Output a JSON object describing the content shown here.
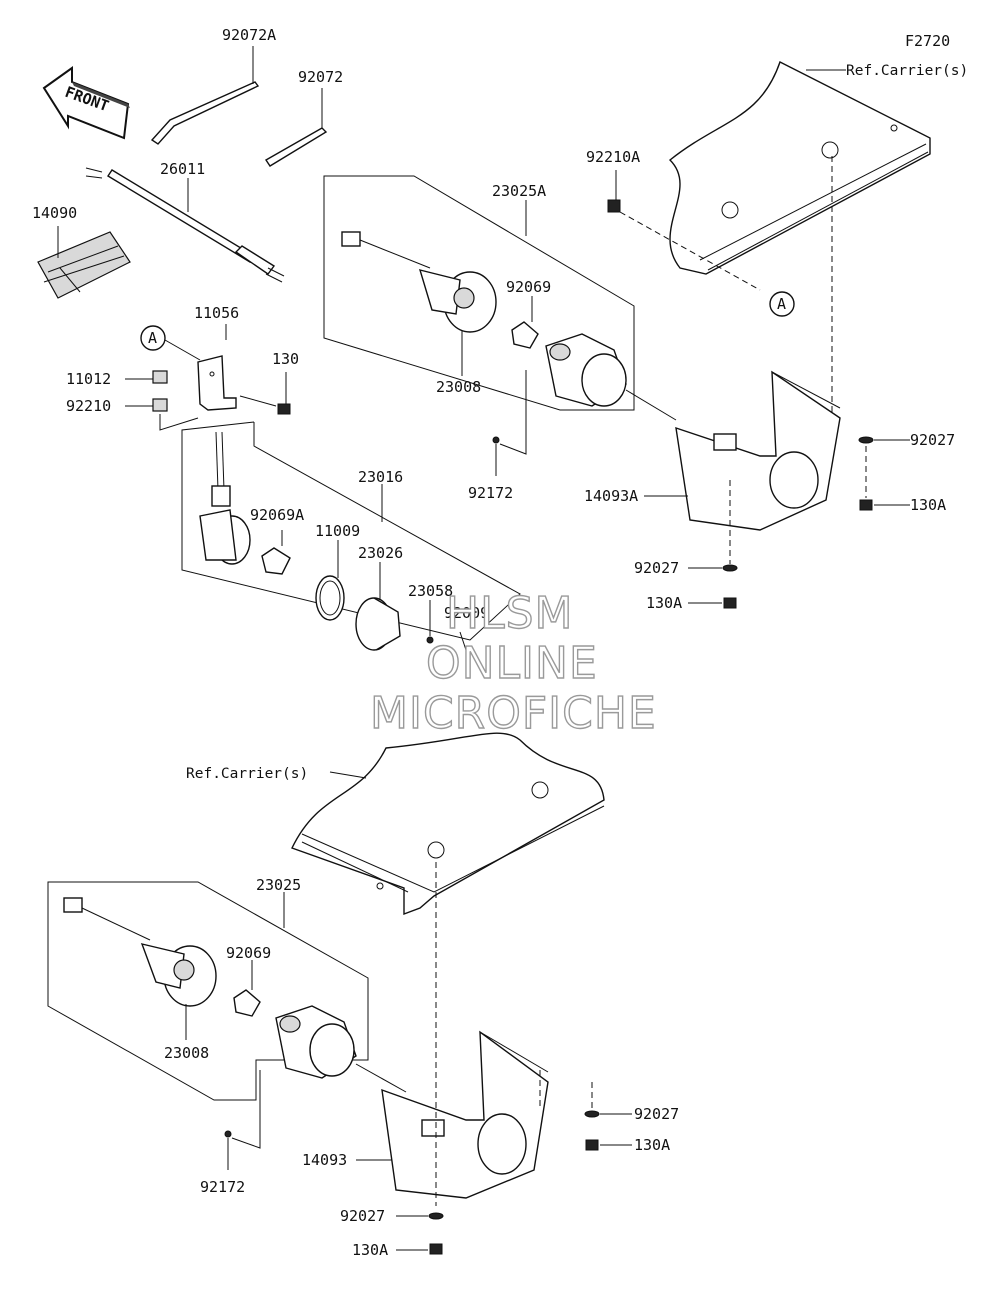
{
  "diagram_code": "F2720",
  "front_arrow": "FRONT",
  "callout_marker": "A",
  "references": {
    "carrier_top": "Ref.Carrier(s)",
    "carrier_bottom": "Ref.Carrier(s)"
  },
  "parts": {
    "p92072A": "92072A",
    "p92072": "92072",
    "p26011": "26011",
    "p14090": "14090",
    "p11056": "11056",
    "p11012": "11012",
    "p92210": "92210",
    "p130": "130",
    "p23016": "23016",
    "p92069A": "92069A",
    "p11009": "11009",
    "p23026": "23026",
    "p23058": "23058",
    "p92009": "92009",
    "p23025A": "23025A",
    "p92069_top": "92069",
    "p23008_top": "23008",
    "p92172_top": "92172",
    "p92210A": "92210A",
    "p14093A": "14093A",
    "p92027_tr": "92027",
    "p130A_tr": "130A",
    "p92027_mid": "92027",
    "p130A_mid": "130A",
    "p23025": "23025",
    "p92069_bot": "92069",
    "p23008_bot": "23008",
    "p92172_bot": "92172",
    "p14093": "14093",
    "p92027_br": "92027",
    "p130A_br": "130A",
    "p92027_bot": "92027",
    "p130A_bot": "130A"
  },
  "watermark": {
    "line1": "HLSM",
    "line2": "ONLINE",
    "line3": "MICROFICHE"
  }
}
